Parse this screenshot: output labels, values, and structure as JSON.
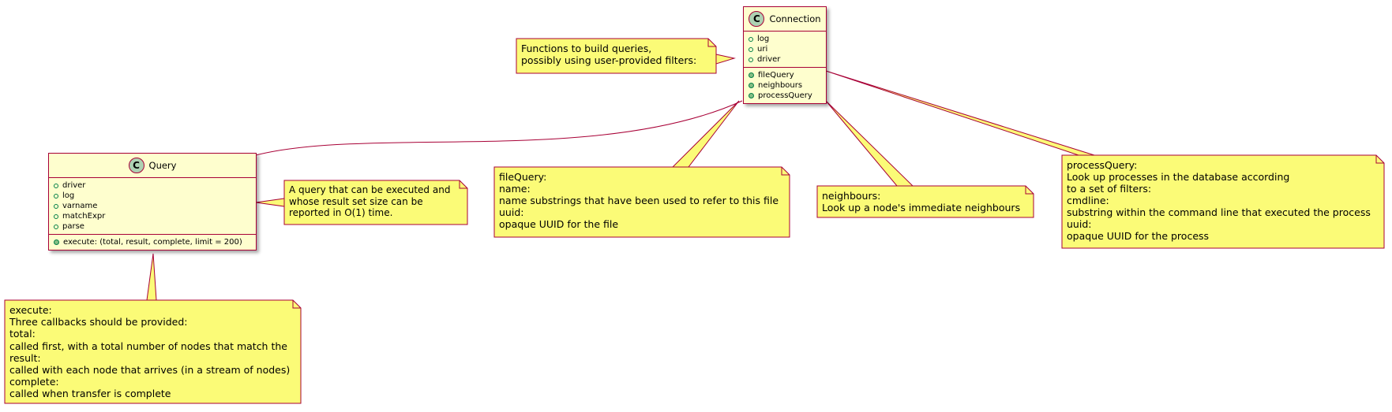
{
  "classes": {
    "connection": {
      "name": "Connection",
      "badge": "C",
      "fields": [
        "log",
        "uri",
        "driver"
      ],
      "methods": [
        "fileQuery",
        "neighbours",
        "processQuery"
      ]
    },
    "query": {
      "name": "Query",
      "badge": "C",
      "fields": [
        "driver",
        "log",
        "varname",
        "matchExpr",
        "parse"
      ],
      "methods": [
        "execute: (total, result, complete, limit = 200)"
      ]
    }
  },
  "notes": {
    "connection_note": [
      "Functions to build queries,",
      "possibly using user-provided filters:"
    ],
    "query_note": [
      "A query that can be executed and",
      "whose result set size can be",
      "reported in O(1) time."
    ],
    "execute_note": [
      "execute:",
      "Three callbacks should be provided:",
      "total:",
      "called first, with a total number of nodes that match the",
      "result:",
      "called with each node that arrives (in a stream of nodes)",
      "complete:",
      "called when transfer is complete"
    ],
    "filequery_note": [
      "fileQuery:",
      "name:",
      "name substrings that have been used to refer to this file",
      "uuid:",
      "opaque UUID for the file"
    ],
    "neighbours_note": [
      "neighbours:",
      "Look up a node's immediate neighbours"
    ],
    "processquery_note": [
      "processQuery:",
      "Look up processes in the database according",
      "to a set of filters:",
      "cmdline:",
      "substring within the command line that executed the process",
      "uuid:",
      "opaque UUID for the process"
    ]
  },
  "colors": {
    "class_fill": "#FEFECE",
    "border": "#A80036",
    "note_fill": "#FBFB77",
    "badge_fill": "#ADD1B2",
    "method_dot": "#84BE84",
    "field_ring": "#038048"
  }
}
